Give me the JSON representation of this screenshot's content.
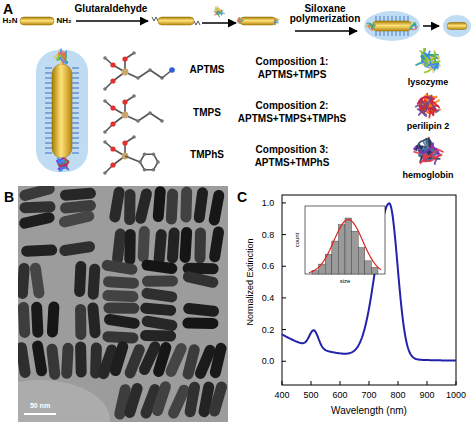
{
  "diagram": {
    "labels": [
      "A",
      "H₂N",
      "NH₂",
      "Glutaraldehyde",
      "Siloxane polymerization",
      "APTMS",
      "TMPS",
      "TMPhS",
      "Composition 1:",
      "APTMS+TMPS",
      "Composition 2:",
      "APTMS+TMPS+TMPhS",
      "Composition 3:",
      "APTMS+TMPhS",
      "lysozyme",
      "perilipin 2",
      "hemoglobin",
      "B",
      "50 nm",
      "C",
      "Normalized Extinction",
      "Wavelength (nm)",
      "400",
      "500",
      "600",
      "700",
      "800",
      "900",
      "1000",
      "0.0",
      "0.2",
      "0.4",
      "0.6",
      "0.8",
      "1.0",
      "count",
      "size"
    ]
  }
}
